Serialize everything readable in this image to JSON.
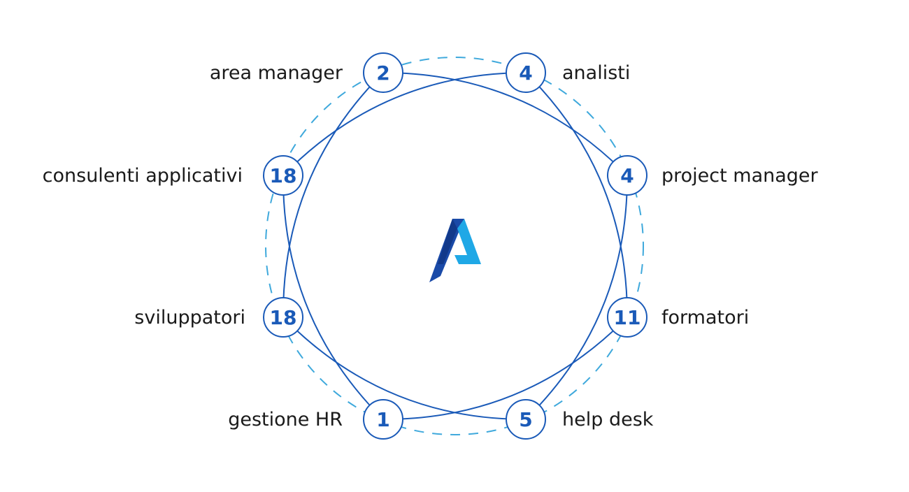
{
  "colors": {
    "link": "#1a5ab8",
    "ring": "#3fa9dc",
    "value_text": "#1a5ab8",
    "label_text": "#1a1a1a",
    "logo_dark": "#1a4aa8",
    "logo_light": "#1fa8e6"
  },
  "logo": {
    "icon": "letter-a-logo-icon"
  },
  "nodes": [
    {
      "id": "area-manager",
      "value": "2",
      "label": "area manager"
    },
    {
      "id": "analisti",
      "value": "4",
      "label": "analisti"
    },
    {
      "id": "project-manager",
      "value": "4",
      "label": "project manager"
    },
    {
      "id": "formatori",
      "value": "11",
      "label": "formatori"
    },
    {
      "id": "help-desk",
      "value": "5",
      "label": "help desk"
    },
    {
      "id": "gestione-hr",
      "value": "1",
      "label": "gestione HR"
    },
    {
      "id": "sviluppatori",
      "value": "18",
      "label": "sviluppatori"
    },
    {
      "id": "consulenti-applicativi",
      "value": "18",
      "label": "consulenti applicativi"
    }
  ],
  "links": [
    [
      "area-manager",
      "project-manager"
    ],
    [
      "area-manager",
      "sviluppatori"
    ],
    [
      "analisti",
      "consulenti-applicativi"
    ],
    [
      "analisti",
      "formatori"
    ],
    [
      "project-manager",
      "help-desk"
    ],
    [
      "formatori",
      "gestione-hr"
    ],
    [
      "help-desk",
      "sviluppatori"
    ],
    [
      "gestione-hr",
      "consulenti-applicativi"
    ]
  ]
}
